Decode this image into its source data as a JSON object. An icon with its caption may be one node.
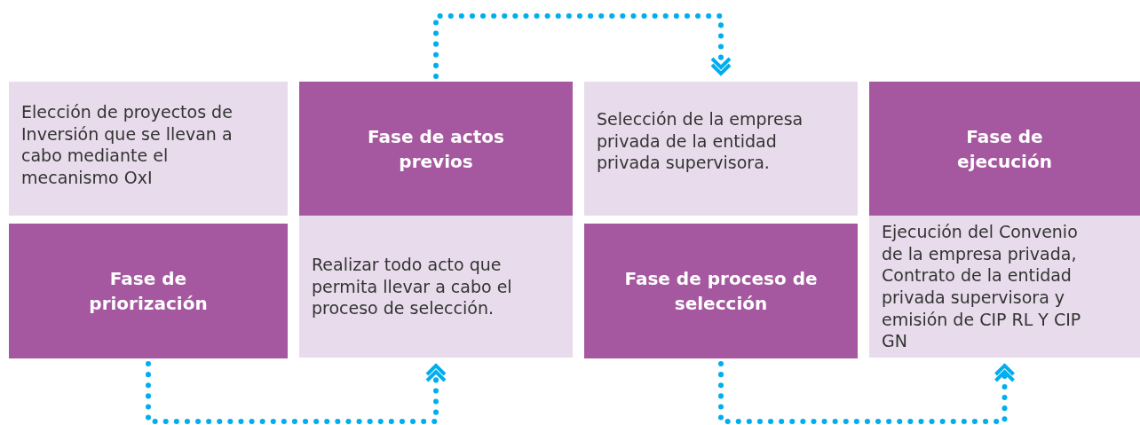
{
  "diagram": {
    "nodes": [
      {
        "text": [
          "Elección de proyectos de Inversión que se llevan a cabo mediante el mecanismo OxI"
        ]
      },
      {
        "text": [
          "Fase de priorización"
        ]
      },
      {
        "text": [
          "Fase de actos previos"
        ]
      },
      {
        "text": [
          "Realizar todo acto que permita llevar a cabo el proceso de selección."
        ]
      },
      {
        "text": [
          "Selección de la empresa privada de la entidad privada supervisora."
        ]
      },
      {
        "text": [
          "Fase de proceso de selección"
        ]
      },
      {
        "text": [
          "Fase de ejecución"
        ]
      },
      {
        "text": [
          "Ejecución del Convenio de la empresa privada, Contrato de la entidad privada supervisora y emisión de CIP RL Y CIP GN"
        ]
      }
    ],
    "edges": [
      {
        "from": 1,
        "to": 3,
        "arrow": "to",
        "style": "dashed"
      },
      {
        "from": 2,
        "to": 4,
        "arrow": "to",
        "style": "dashed"
      },
      {
        "from": 5,
        "to": 7,
        "arrow": "to",
        "style": "dashed"
      }
    ]
  }
}
